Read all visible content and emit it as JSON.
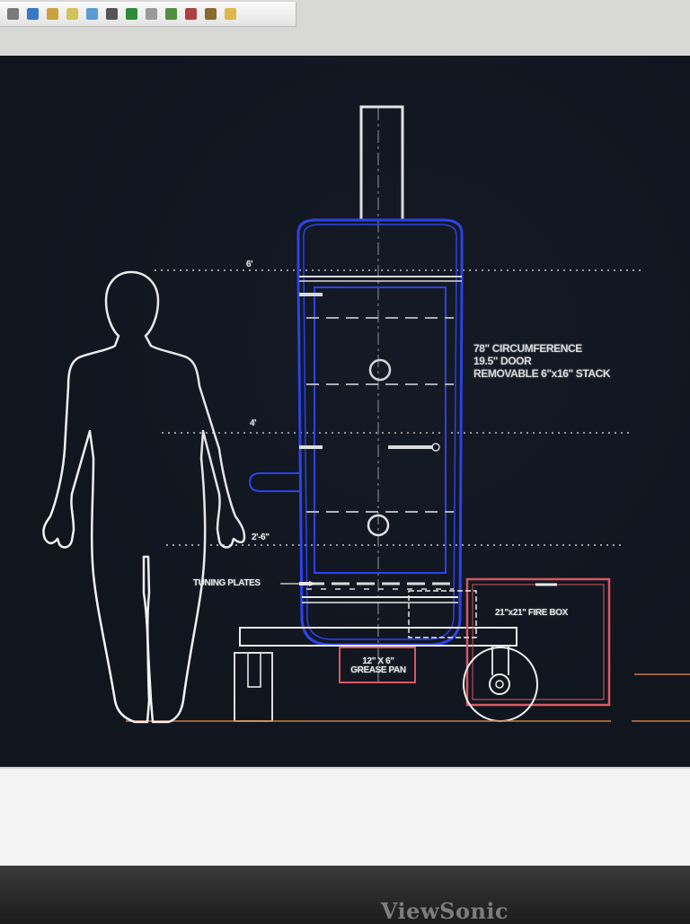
{
  "toolbar": {
    "icons": [
      {
        "name": "pointer-icon",
        "color": "#7a7a7a"
      },
      {
        "name": "globe-icon",
        "color": "#3b78c4"
      },
      {
        "name": "pencil-icon",
        "color": "#c9a23d"
      },
      {
        "name": "brush-icon",
        "color": "#d4c25a"
      },
      {
        "name": "select-icon",
        "color": "#5a9bd6"
      },
      {
        "name": "frame-icon",
        "color": "#555555"
      },
      {
        "name": "image-icon",
        "color": "#2f8a3b"
      },
      {
        "name": "star-icon",
        "color": "#9a9a9a"
      },
      {
        "name": "settings-icon",
        "color": "#4f8f3f"
      },
      {
        "name": "palette-icon",
        "color": "#b04040"
      },
      {
        "name": "shapes-icon",
        "color": "#8a6a30"
      },
      {
        "name": "hand-icon",
        "color": "#e0b84a"
      }
    ]
  },
  "drawing": {
    "specs": [
      "78\" CIRCUMFERENCE",
      "19.5\" DOOR",
      "REMOVABLE 6\"x16\" STACK"
    ],
    "dim_top": "6'",
    "dim_mid": "4'",
    "dim_low": "2'-6\"",
    "tuning_plates": "TUNING PLATES",
    "grease_pan": [
      "12\" X 6\"",
      "GREASE PAN"
    ],
    "fire_box": "21\"x21\" FIRE BOX",
    "colors": {
      "smoker": "#2c44ff",
      "outline": "#f4f4f4",
      "firebox": "#e05a63",
      "grid": "#cfd3d8",
      "ground": "#d07a4a"
    }
  },
  "brand": "ViewSonic"
}
